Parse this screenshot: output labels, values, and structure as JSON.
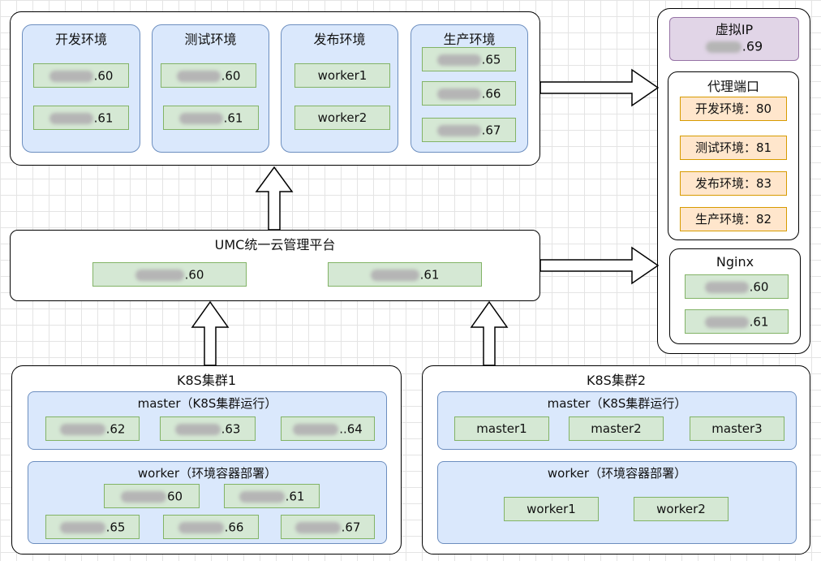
{
  "environments": {
    "dev": {
      "title": "开发环境",
      "nodes": [
        ".60",
        ".61"
      ]
    },
    "test": {
      "title": "测试环境",
      "nodes": [
        ".60",
        ".61"
      ]
    },
    "pub": {
      "title": "发布环境",
      "nodes": [
        "worker1",
        "worker2"
      ]
    },
    "prod": {
      "title": "生产环境",
      "nodes": [
        ".65",
        ".66",
        ".67"
      ]
    }
  },
  "umc": {
    "title": "UMC统一云管理平台",
    "nodes": [
      ".60",
      ".61"
    ]
  },
  "vip": {
    "title": "虚拟IP",
    "value": ".69"
  },
  "proxy": {
    "title": "代理端口",
    "ports": [
      "开发环境：80",
      "测试环境：81",
      "发布环境：83",
      "生产环境：82"
    ]
  },
  "nginx": {
    "title": "Nginx",
    "nodes": [
      ".60",
      ".61"
    ]
  },
  "k8s1": {
    "title": "K8S集群1",
    "master_title": "master（K8S集群运行）",
    "masters": [
      ".62",
      ".63",
      "..64"
    ],
    "worker_title": "worker（环境容器部署）",
    "workers": [
      "60",
      ".61",
      ".65",
      ".66",
      ".67"
    ]
  },
  "k8s2": {
    "title": "K8S集群2",
    "master_title": "master（K8S集群运行）",
    "masters": [
      "master1",
      "master2",
      "master3"
    ],
    "worker_title": "worker（环境容器部署）",
    "workers": [
      "worker1",
      "worker2"
    ]
  }
}
